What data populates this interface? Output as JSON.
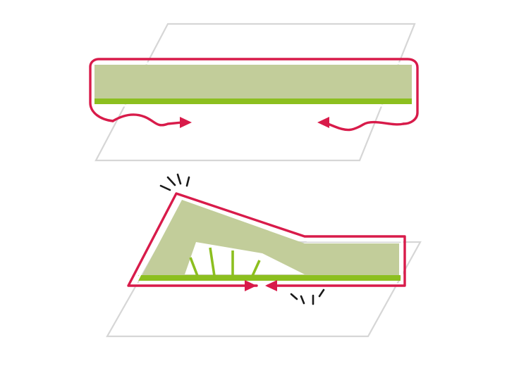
{
  "colors": {
    "background": "#ffffff",
    "panel_outline": "#d6d6d6",
    "membrane_fill": "#c2cd9a",
    "edge_strip": "#8cbf1f",
    "outline_red": "#d81b4a",
    "inner_white_stroke": "#ffffff",
    "spark_lines": "#1a1a1a"
  },
  "panels": [
    {
      "name": "flat-state",
      "shape": "parallelogram"
    },
    {
      "name": "lifted-state",
      "shape": "parallelogram"
    }
  ],
  "icons": {
    "left_arrow": "wavy-arrow-right-icon",
    "right_arrow": "wavy-arrow-left-icon",
    "bottom_left_arrow": "arrow-right-icon",
    "bottom_right_arrow": "arrow-left-icon",
    "spark_top": "spark-burst-icon",
    "spark_bottom": "spark-burst-icon"
  }
}
